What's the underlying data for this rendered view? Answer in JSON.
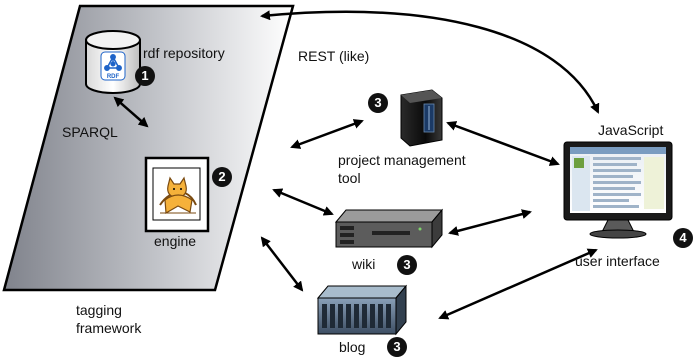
{
  "labels": {
    "rdf_repository": "rdf repository",
    "rdf_logo_text": "RDF",
    "sparql": "SPARQL",
    "engine": "engine",
    "tagging_framework_line1": "tagging",
    "tagging_framework_line2": "framework",
    "rest": "REST (like)",
    "project_management_line1": "project management",
    "project_management_line2": "tool",
    "wiki": "wiki",
    "blog": "blog",
    "javascript": "JavaScript",
    "user_interface": "user interface"
  },
  "badges": {
    "repository": "1",
    "engine": "2",
    "project_management": "3",
    "wiki": "3",
    "blog": "3",
    "user_interface": "4"
  },
  "colors": {
    "framework_gradient_dark": "#8a8c94",
    "framework_gradient_light": "#ffffff",
    "engine_fill": "#ffd27a",
    "rdf_blue": "#1e63c8",
    "badge": "#111111",
    "arrow": "#000000"
  }
}
